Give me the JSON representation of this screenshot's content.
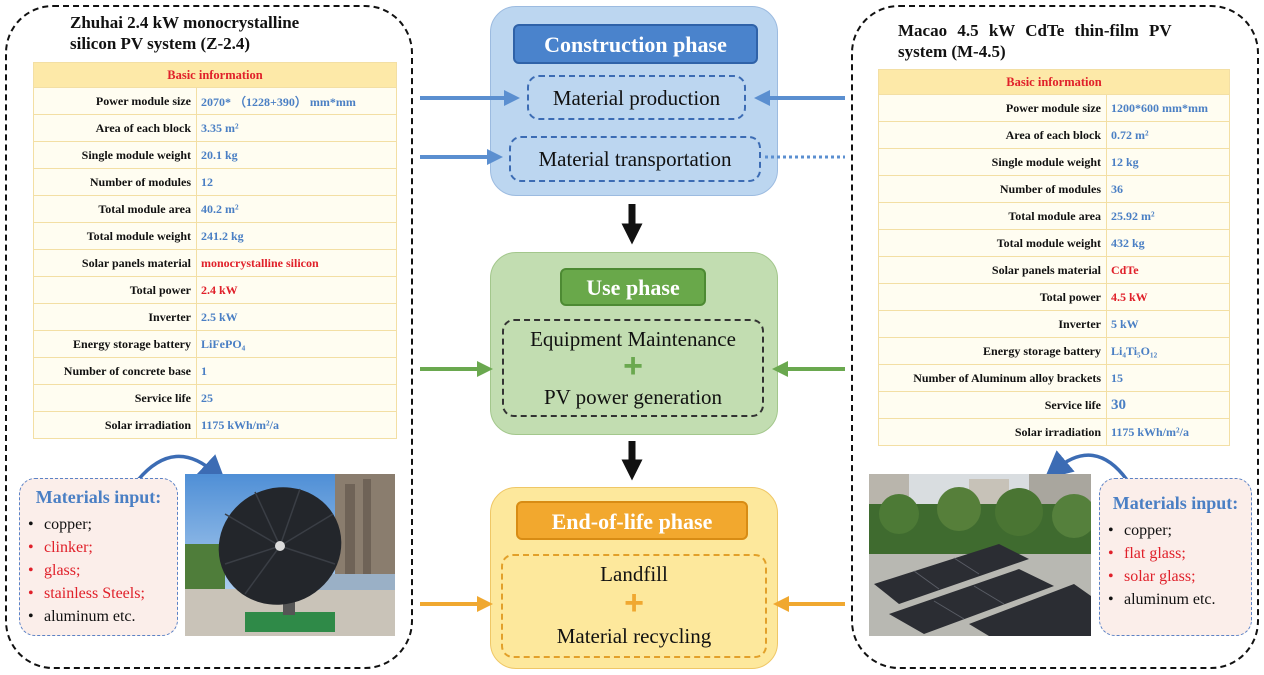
{
  "colors": {
    "label_blue": "#4a7fc4",
    "highlight_red": "#e0202a",
    "table_header_bg": "#fde9a8",
    "construction": "#5b8fd0",
    "use": "#6aa84f",
    "end_of_life": "#f0a830"
  },
  "left_system": {
    "title_line1": "Zhuhai 2.4 kW monocrystalline",
    "title_line2": "silicon PV system (Z-2.4)",
    "table_header": "Basic information",
    "rows": [
      {
        "label": "Power module size",
        "value": "2070* （1228+390） mm*mm"
      },
      {
        "label": "Area of each block",
        "value": "3.35 m²"
      },
      {
        "label": "Single module weight",
        "value": "20.1 kg"
      },
      {
        "label": "Number of modules",
        "value": "12"
      },
      {
        "label": "Total module area",
        "value": "40.2 m²"
      },
      {
        "label": "Total module weight",
        "value": "241.2 kg"
      },
      {
        "label": "Solar panels material",
        "value": "monocrystalline silicon"
      },
      {
        "label": "Total power",
        "value": "2.4 kW"
      },
      {
        "label": "Inverter",
        "value": "2.5 kW"
      },
      {
        "label": "Energy storage battery",
        "value": "LiFePO₄"
      },
      {
        "label": "Number of concrete base",
        "value": "1"
      },
      {
        "label": "Service life",
        "value": "25"
      },
      {
        "label": "Solar irradiation",
        "value": "1175 kWh/m²/a"
      }
    ],
    "materials_title": "Materials input:",
    "materials": [
      "copper;",
      "clinker;",
      "glass;",
      "stainless Steels;",
      "aluminum etc."
    ]
  },
  "right_system": {
    "title_line1": "Macao 4.5 kW CdTe thin-film PV",
    "title_line2": "system (M-4.5)",
    "table_header": "Basic information",
    "rows": [
      {
        "label": "Power module size",
        "value": "1200*600 mm*mm"
      },
      {
        "label": "Area of each block",
        "value": "0.72 m²"
      },
      {
        "label": "Single module weight",
        "value": "12 kg"
      },
      {
        "label": "Number of modules",
        "value": "36"
      },
      {
        "label": "Total module area",
        "value": "25.92 m²"
      },
      {
        "label": "Total module weight",
        "value": "432 kg"
      },
      {
        "label": "Solar panels material",
        "value": "CdTe"
      },
      {
        "label": "Total power",
        "value": "4.5 kW"
      },
      {
        "label": "Inverter",
        "value": "5 kW"
      },
      {
        "label": "Energy storage battery",
        "value": "Li₄Ti₅O₁₂"
      },
      {
        "label": "Number of Aluminum alloy brackets",
        "value": "15"
      },
      {
        "label": "Service life",
        "value": "30"
      },
      {
        "label": "Solar irradiation",
        "value": "1175 kWh/m²/a"
      }
    ],
    "materials_title": "Materials input:",
    "materials": [
      "copper;",
      "flat glass;",
      "solar glass;",
      "aluminum etc."
    ]
  },
  "phases": {
    "construction": {
      "title": "Construction phase",
      "step1": "Material production",
      "step2": "Material transportation"
    },
    "use": {
      "title": "Use phase",
      "line1": "Equipment Maintenance",
      "plus": "+",
      "line2": "PV power generation"
    },
    "end_of_life": {
      "title": "End-of-life phase",
      "line1": "Landfill",
      "plus": "+",
      "line2": "Material recycling"
    }
  },
  "bullet": "•"
}
